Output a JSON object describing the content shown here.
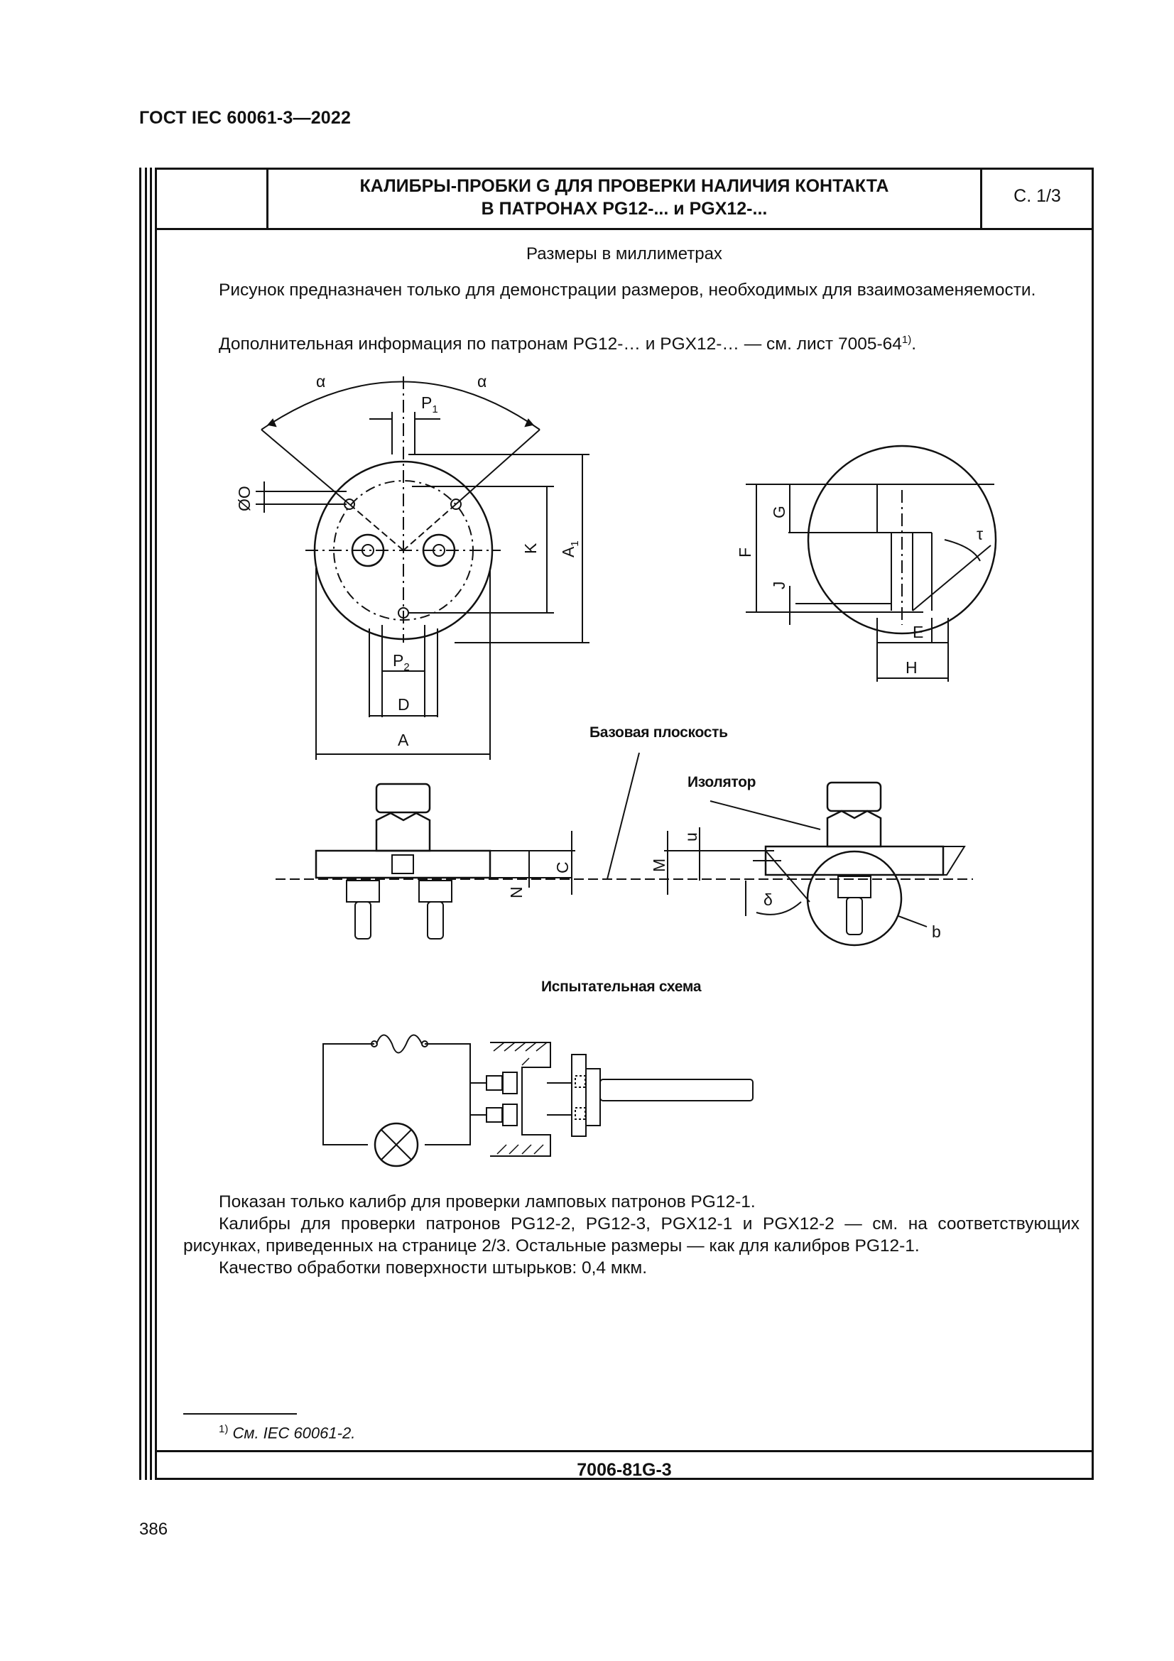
{
  "header": {
    "doc_id": "ГОСТ IEC 60061-3—2022",
    "title_line1": "КАЛИБРЫ-ПРОБКИ G ДЛЯ ПРОВЕРКИ НАЛИЧИЯ КОНТАКТА",
    "title_line2": "В ПАТРОНАХ PG12-... и PGX12-...",
    "sheet": "С. 1/3"
  },
  "intro": {
    "units": "Размеры в миллиметрах",
    "para1": "Рисунок предназначен только для демонстрации размеров, необходимых для взаимозаменяемости.",
    "para2": "Дополнительная информация по патронам PG12-… и PGX12-… — см. лист 7005-64",
    "para2_sup": "1)",
    "para2_end": "."
  },
  "figure": {
    "base_plane": "Базовая плоскость",
    "insulator": "Изолятор",
    "test_scheme": "Испытательная схема",
    "dims": {
      "alpha": "α",
      "P1_base": "P",
      "P1_sub": "1",
      "P2_base": "P",
      "P2_sub": "2",
      "O": "ØO",
      "K": "K",
      "A1_base": "A",
      "A1_sub": "1",
      "D": "D",
      "A": "A",
      "G": "G",
      "F": "F",
      "J": "J",
      "E": "E",
      "H": "H",
      "tau": "τ",
      "C": "C",
      "N": "N",
      "M": "M",
      "u": "u",
      "delta": "δ",
      "b": "b"
    }
  },
  "notes": {
    "line1": "Показан только калибр для проверки ламповых патронов PG12-1.",
    "line2": "Калибры для проверки патронов PG12-2, PG12-3, PGX12-1 и PGX12-2 — см. на соответствующих рисунках, приведенных на странице 2/3. Остальные размеры — как для калибров PG12-1.",
    "line3": "Качество обработки поверхности штырьков: 0,4 мкм."
  },
  "footnote": {
    "mark": "1)",
    "text": "См. IEC 60061-2."
  },
  "footer": {
    "code": "7006-81G-3",
    "page_number": "386"
  }
}
